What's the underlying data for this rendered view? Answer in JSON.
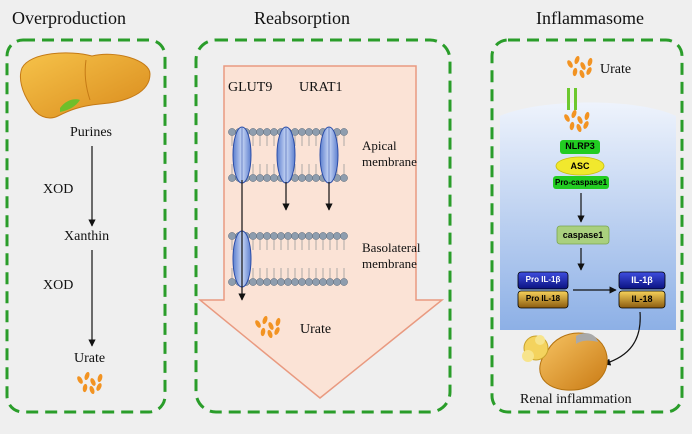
{
  "panels": {
    "overproduction": {
      "title": "Overproduction",
      "steps": [
        "Purines",
        "Xanthin",
        "Urate"
      ],
      "enzymes": [
        "XOD",
        "XOD"
      ]
    },
    "reabsorption": {
      "title": "Reabsorption",
      "transporters": [
        "GLUT9",
        "URAT1"
      ],
      "apical_label": [
        "Apical",
        "membrane"
      ],
      "basolateral_label": [
        "Basolateral",
        "membrane"
      ],
      "urate_label": "Urate"
    },
    "inflammasome": {
      "title": "Inflammasome",
      "urate_label": "Urate",
      "nlrp3": "NLRP3",
      "asc": "ASC",
      "procaspase": "Pro-caspase1",
      "caspase": "caspase1",
      "pro_il1b": "Pro IL-1β",
      "pro_il18": "Pro IL-18",
      "il1b": "IL-1β",
      "il18": "IL-18",
      "outcome": "Renal inflammation"
    }
  },
  "colors": {
    "panel_border": "#2a9d2a",
    "background": "#efefef",
    "arrow_fill": "#fbe3d6",
    "arrow_stroke": "#e99a80",
    "cell_top": "#e8effa",
    "cell_bottom": "#8fb1e6",
    "urate": "#f29322",
    "nlrp3_green": "#22cc22",
    "asc_yellow": "#f1e82d",
    "caspase_green": "#a9d07e",
    "pro_blue": "#1622b5",
    "mature_gold": "#e5ad22"
  }
}
